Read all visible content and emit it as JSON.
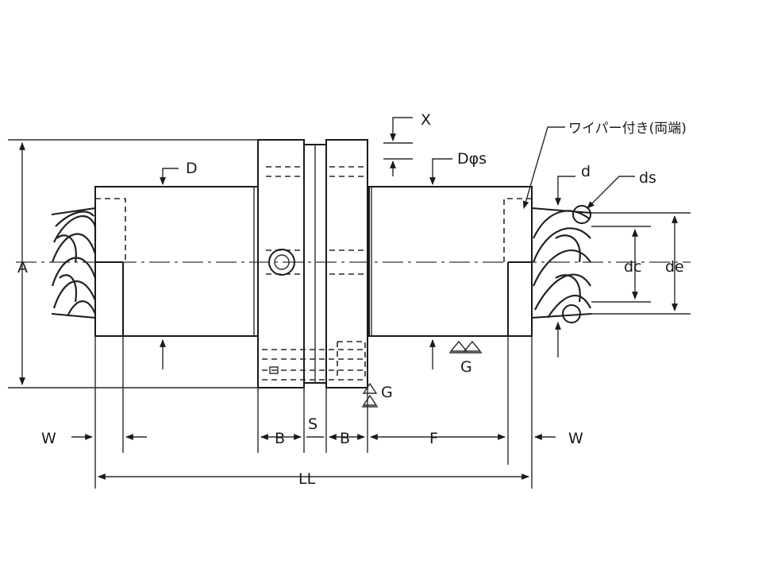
{
  "labels": {
    "X": "X",
    "wiper": "ワイパー付き(両端)",
    "D_left": "D",
    "D_phi_s": "Dφs",
    "d": "d",
    "ds": "ds",
    "A": "A",
    "dc": "dc",
    "de": "de",
    "G_right": "G",
    "G_mid": "G",
    "W_left": "W",
    "W_right": "W",
    "B_left": "B",
    "S": "S",
    "B_right": "B",
    "F": "F",
    "LL": "LL"
  }
}
